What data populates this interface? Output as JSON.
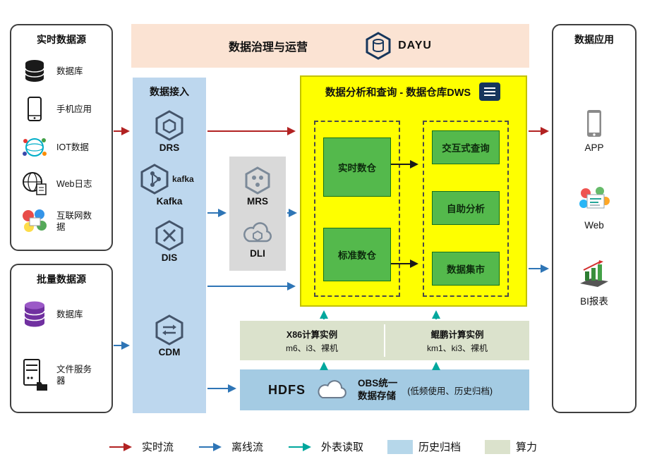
{
  "colors": {
    "realtime_flow": "#b22222",
    "offline_flow": "#2e75b6",
    "external_read": "#00a79d",
    "archive_swatch": "#b6d7ea",
    "compute_swatch": "#dbe2cc",
    "banner_bg": "#fbe3d3",
    "access_panel_bg": "#bdd7ee",
    "dws_bg": "#feff00",
    "module_green": "#54b94c",
    "hdfs_bg": "#a4cbe3",
    "engines_bg": "#d9d9d9"
  },
  "banner": {
    "title": "数据治理与运营",
    "logo": "DAYU"
  },
  "realtime_sources": {
    "title": "实时数据源",
    "items": [
      "数据库",
      "手机应用",
      "IOT数据",
      "Web日志",
      "互联网数据"
    ]
  },
  "batch_sources": {
    "title": "批量数据源",
    "items": [
      "数据库",
      "文件服务器"
    ]
  },
  "data_access": {
    "title": "数据接入",
    "kafka_logo": "kafka",
    "items": [
      "DRS",
      "Kafka",
      "DIS",
      "CDM"
    ]
  },
  "analytics_engines": {
    "items": [
      "MRS",
      "DLI"
    ]
  },
  "dws": {
    "title": "数据分析和查询 - 数据仓库DWS",
    "left_modules": [
      "实时数仓",
      "标准数仓"
    ],
    "right_modules": [
      "交互式查询",
      "自助分析",
      "数据集市"
    ]
  },
  "compute": {
    "left_title": "X86计算实例",
    "left_detail": "m6、i3、裸机",
    "right_title": "鲲鹏计算实例",
    "right_detail": "km1、ki3、裸机"
  },
  "storage": {
    "hdfs": "HDFS",
    "obs_line1": "OBS统一",
    "obs_line2": "数据存储",
    "note": "(低频使用、历史归档)"
  },
  "applications": {
    "title": "数据应用",
    "items": [
      "APP",
      "Web",
      "BI报表"
    ]
  },
  "legend": {
    "realtime": "实时流",
    "offline": "离线流",
    "external": "外表读取",
    "archive": "历史归档",
    "compute": "算力"
  }
}
